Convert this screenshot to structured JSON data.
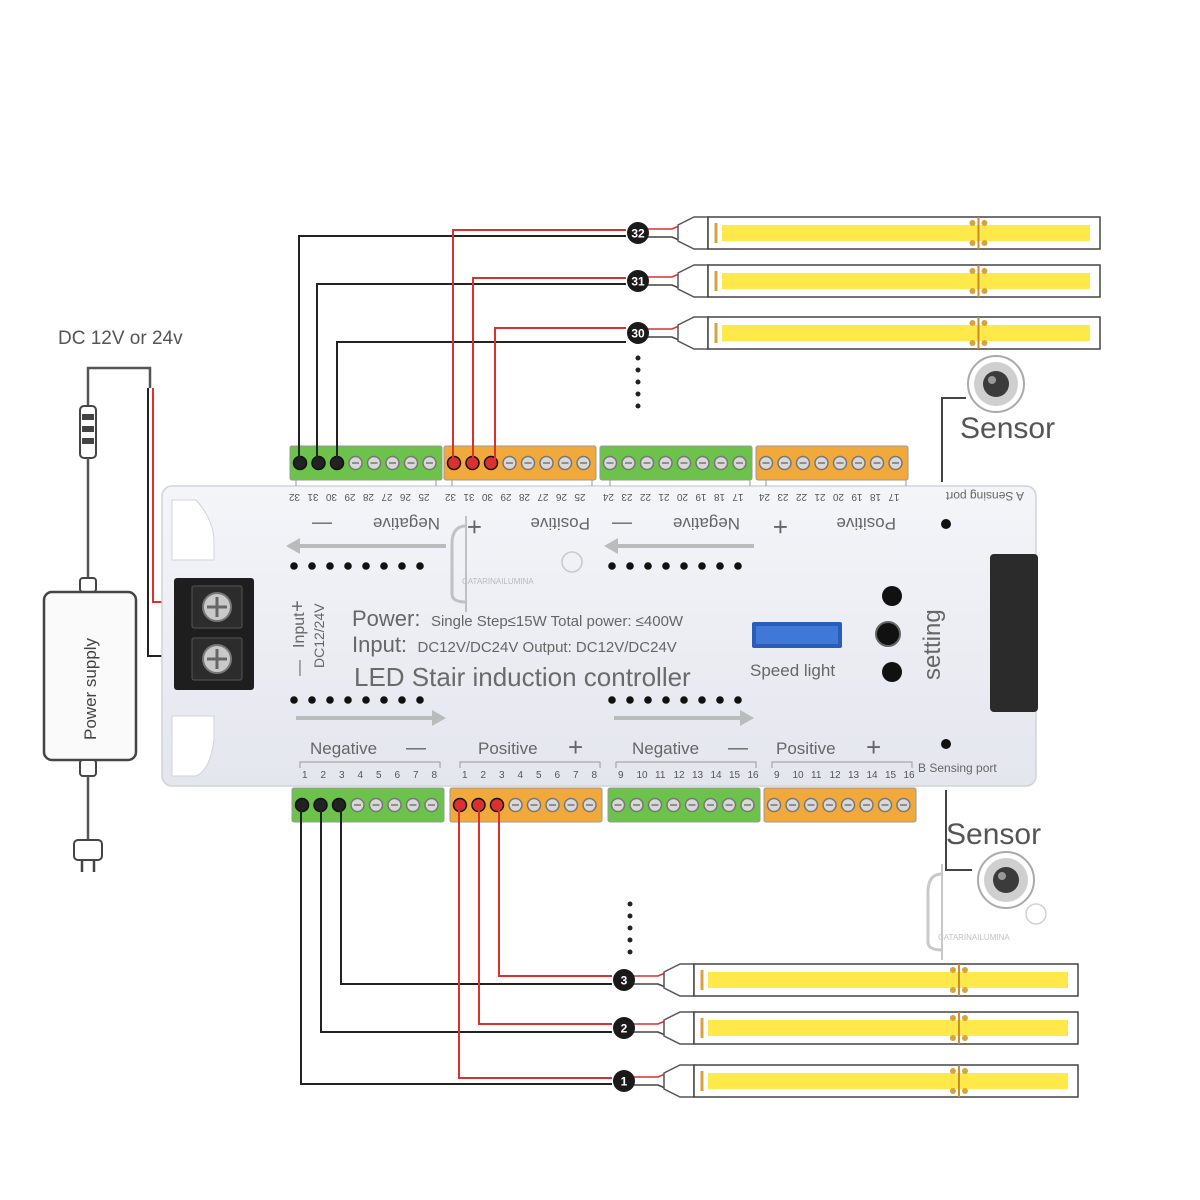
{
  "power_input_label": "DC 12V or 24v",
  "power_supply_label": "Power supply",
  "sensors": [
    {
      "label": "Sensor",
      "port": "A Sensing port"
    },
    {
      "label": "Sensor",
      "port": "B Sensing port"
    }
  ],
  "controller": {
    "power_line": {
      "label": "Power:",
      "detail": "Single Step≤15W Total power: ≤400W"
    },
    "input_line": {
      "label": "Input:",
      "detail": "DC12V/DC24V Output: DC12V/DC24V"
    },
    "title": "LED Stair induction controller",
    "input_terminal": {
      "label": "Input",
      "voltage": "DC12/24V",
      "plus": "+",
      "minus": "—"
    },
    "speed_light": "Speed light",
    "setting": "setting",
    "top_labels": [
      "Negative",
      "Positive",
      "Negative",
      "Positive"
    ],
    "bottom_labels": [
      "Negative",
      "Positive",
      "Negative",
      "Positive"
    ],
    "plus_sign": "+",
    "minus_sign": "—",
    "top_numbers": [
      [
        "32",
        "31",
        "30",
        "29",
        "28",
        "27",
        "26",
        "25"
      ],
      [
        "32",
        "31",
        "30",
        "29",
        "28",
        "27",
        "26",
        "25"
      ],
      [
        "24",
        "23",
        "22",
        "21",
        "20",
        "19",
        "18",
        "17"
      ],
      [
        "24",
        "23",
        "22",
        "21",
        "20",
        "19",
        "18",
        "17"
      ]
    ],
    "bottom_numbers": [
      [
        "1",
        "2",
        "3",
        "4",
        "5",
        "6",
        "7",
        "8"
      ],
      [
        "1",
        "2",
        "3",
        "4",
        "5",
        "6",
        "7",
        "8"
      ],
      [
        "9",
        "10",
        "11",
        "12",
        "13",
        "14",
        "15",
        "16"
      ],
      [
        "9",
        "10",
        "11",
        "12",
        "13",
        "14",
        "15",
        "16"
      ]
    ]
  },
  "strips_top": [
    {
      "number": "32"
    },
    {
      "number": "31"
    },
    {
      "number": "30"
    }
  ],
  "strips_bottom": [
    {
      "number": "3"
    },
    {
      "number": "2"
    },
    {
      "number": "1"
    }
  ],
  "watermark": "CATARINAILUMINA",
  "colors": {
    "green_terminal": "#6cc24a",
    "orange_terminal": "#f2a93b",
    "strip_yellow": "#ffe84a",
    "wire_red": "#d93030",
    "wire_black": "#222222",
    "housing": "#eef0f5"
  }
}
